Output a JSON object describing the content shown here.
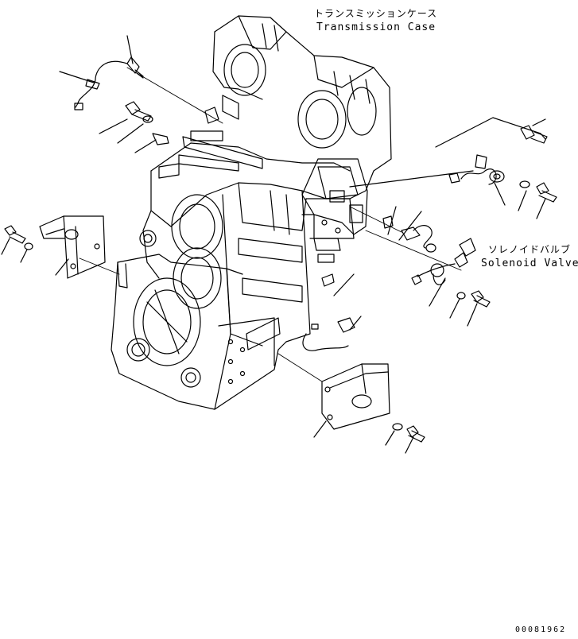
{
  "labels": {
    "transmission_case_jp": "トランスミッションケース",
    "transmission_case_en": "Transmission Case",
    "solenoid_valve_jp": "ソレノイドバルブ",
    "solenoid_valve_en": "Solenoid Valve"
  },
  "drawing_number": "00081962",
  "colors": {
    "ink": "#000000",
    "paper": "#ffffff"
  }
}
